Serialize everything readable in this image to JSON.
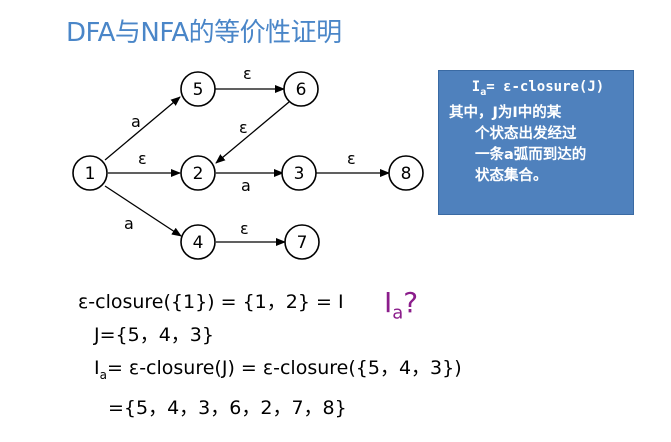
{
  "title": "DFA与NFA的等价性证明",
  "nodes": [
    {
      "id": "1",
      "label": "1"
    },
    {
      "id": "5",
      "label": "5"
    },
    {
      "id": "6",
      "label": "6"
    },
    {
      "id": "2",
      "label": "2"
    },
    {
      "id": "3",
      "label": "3"
    },
    {
      "id": "8",
      "label": "8"
    },
    {
      "id": "4",
      "label": "4"
    },
    {
      "id": "7",
      "label": "7"
    }
  ],
  "edges": [
    {
      "from": "1",
      "to": "5",
      "label": "a"
    },
    {
      "from": "5",
      "to": "6",
      "label": "ε"
    },
    {
      "from": "6",
      "to": "2",
      "label": "ε"
    },
    {
      "from": "1",
      "to": "2",
      "label": "ε"
    },
    {
      "from": "2",
      "to": "3",
      "label": "a"
    },
    {
      "from": "3",
      "to": "8",
      "label": "ε"
    },
    {
      "from": "1",
      "to": "4",
      "label": "a"
    },
    {
      "from": "4",
      "to": "7",
      "label": "ε"
    }
  ],
  "infobox": {
    "line1_main": "I",
    "line1_sub": "a",
    "line1_rest": "= ε-closure(J)",
    "line2": "其中，J为I中的某",
    "line3": "个状态出发经过",
    "line4": "一条a弧而到达的",
    "line5": "状态集合。"
  },
  "formulas": {
    "line1": "ε-closure({1}) = {1，2} = I",
    "line2": "J={5，4，3}",
    "line3_main": "I",
    "line3_sub": "a",
    "line3_rest": "= ε-closure(J) = ε-closure({5，4，3})",
    "line4": "={5，4，3，6，2，7，8}"
  },
  "question": {
    "main": "I",
    "sub": "a",
    "mark": "?"
  }
}
